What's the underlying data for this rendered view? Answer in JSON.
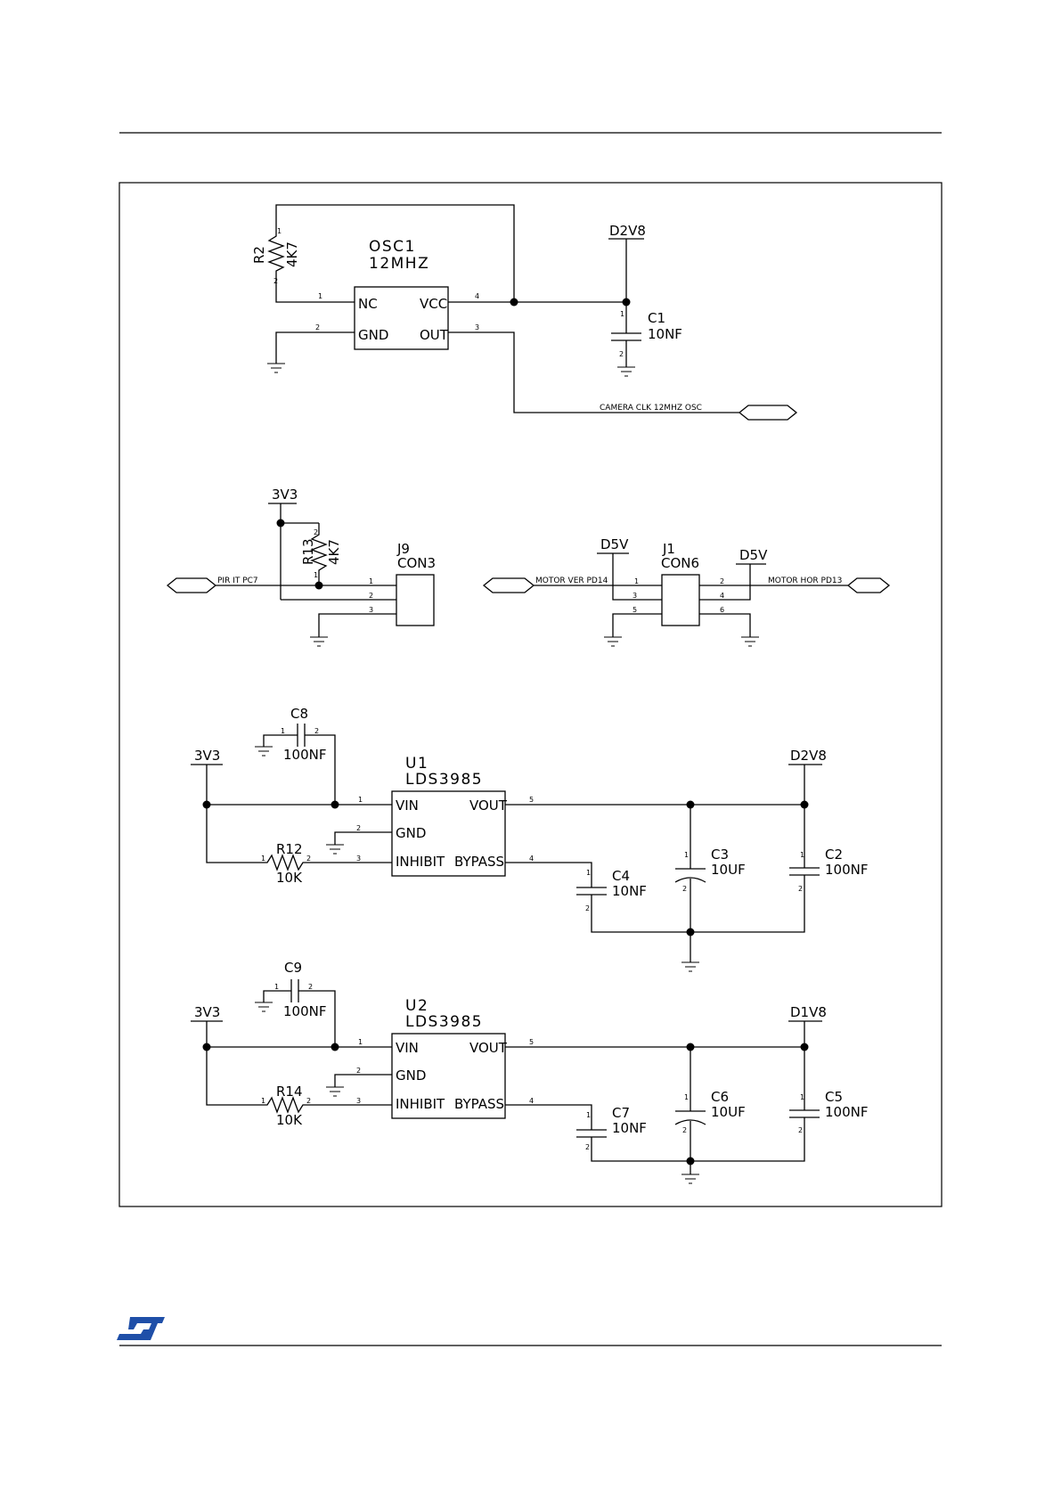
{
  "osc": {
    "ref": "OSC1",
    "value": "12MHZ",
    "pin_nc": "NC",
    "pin_vcc": "VCC",
    "pin_gnd": "GND",
    "pin_out": "OUT",
    "r_ref": "R2",
    "r_value": "4K7",
    "c_ref": "C1",
    "c_value": "10NF",
    "supply": "D2V8",
    "clk_net": "CAMERA CLK 12MHZ OSC"
  },
  "pir": {
    "supply": "3V3",
    "r_ref": "R13",
    "r_value": "4K7",
    "conn_ref": "J9",
    "conn_value": "CON3",
    "net": "PIR IT PC7"
  },
  "motor": {
    "supply_left": "D5V",
    "supply_right": "D5V",
    "conn_ref": "J1",
    "conn_value": "CON6",
    "net_left": "MOTOR VER PD14",
    "net_right": "MOTOR HOR PD13"
  },
  "reg1": {
    "ref": "U1",
    "value": "LDS3985",
    "supply_in": "3V3",
    "supply_out": "D2V8",
    "pin_vin": "VIN",
    "pin_gnd": "GND",
    "pin_inhibit": "INHIBIT",
    "pin_vout": "VOUT",
    "pin_bypass": "BYPASS",
    "c_in_ref": "C8",
    "c_in_value": "100NF",
    "r_ref": "R12",
    "r_value": "10K",
    "c_byp_ref": "C4",
    "c_byp_value": "10NF",
    "c_out1_ref": "C3",
    "c_out1_value": "10UF",
    "c_out2_ref": "C2",
    "c_out2_value": "100NF"
  },
  "reg2": {
    "ref": "U2",
    "value": "LDS3985",
    "supply_in": "3V3",
    "supply_out": "D1V8",
    "pin_vin": "VIN",
    "pin_gnd": "GND",
    "pin_inhibit": "INHIBIT",
    "pin_vout": "VOUT",
    "pin_bypass": "BYPASS",
    "c_in_ref": "C9",
    "c_in_value": "100NF",
    "r_ref": "R14",
    "r_value": "10K",
    "c_byp_ref": "C7",
    "c_byp_value": "10NF",
    "c_out1_ref": "C6",
    "c_out1_value": "10UF",
    "c_out2_ref": "C5",
    "c_out2_value": "100NF"
  },
  "pins": {
    "p1": "1",
    "p2": "2",
    "p3": "3",
    "p4": "4",
    "p5": "5",
    "p6": "6"
  },
  "colors": {
    "ink": "#000000",
    "logo": "#1f4fa8"
  },
  "logo_icon": "st-logo-icon"
}
